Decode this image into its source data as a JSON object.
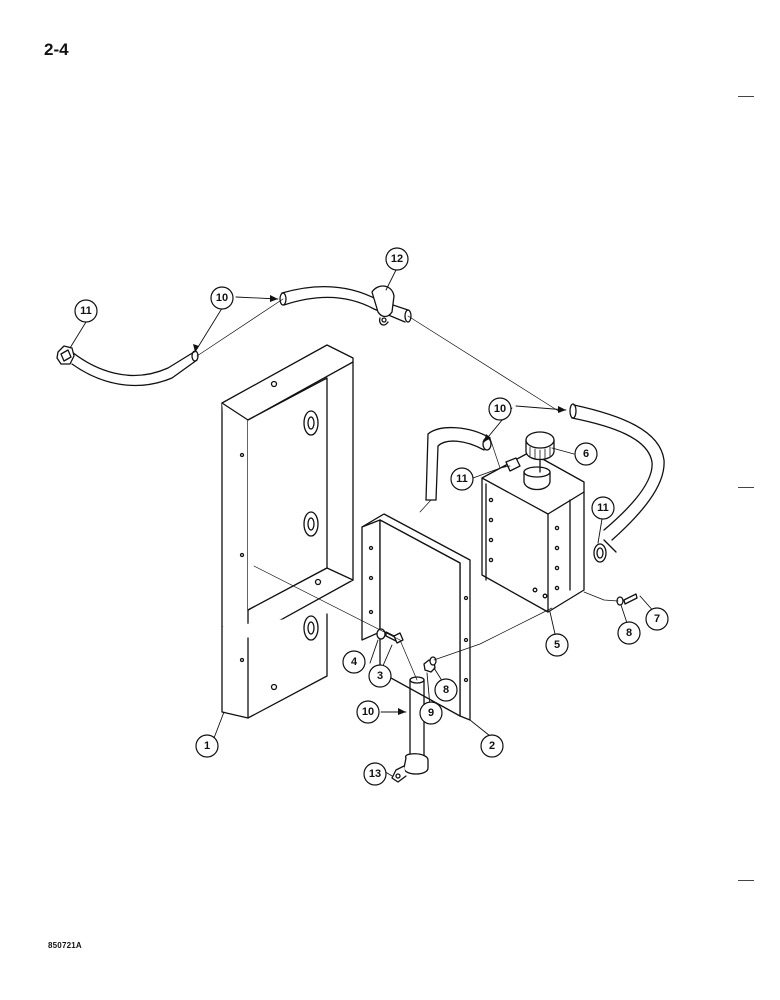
{
  "page": {
    "number": "2-4",
    "figure_id": "850721A"
  },
  "callouts": {
    "c1": "1",
    "c2": "2",
    "c3": "3",
    "c4": "4",
    "c5": "5",
    "c6": "6",
    "c7": "7",
    "c8a": "8",
    "c8b": "8",
    "c9": "9",
    "c10a": "10",
    "c10b": "10",
    "c10c": "10",
    "c11a": "11",
    "c11b": "11",
    "c11c": "11",
    "c12": "12",
    "c13": "13"
  }
}
